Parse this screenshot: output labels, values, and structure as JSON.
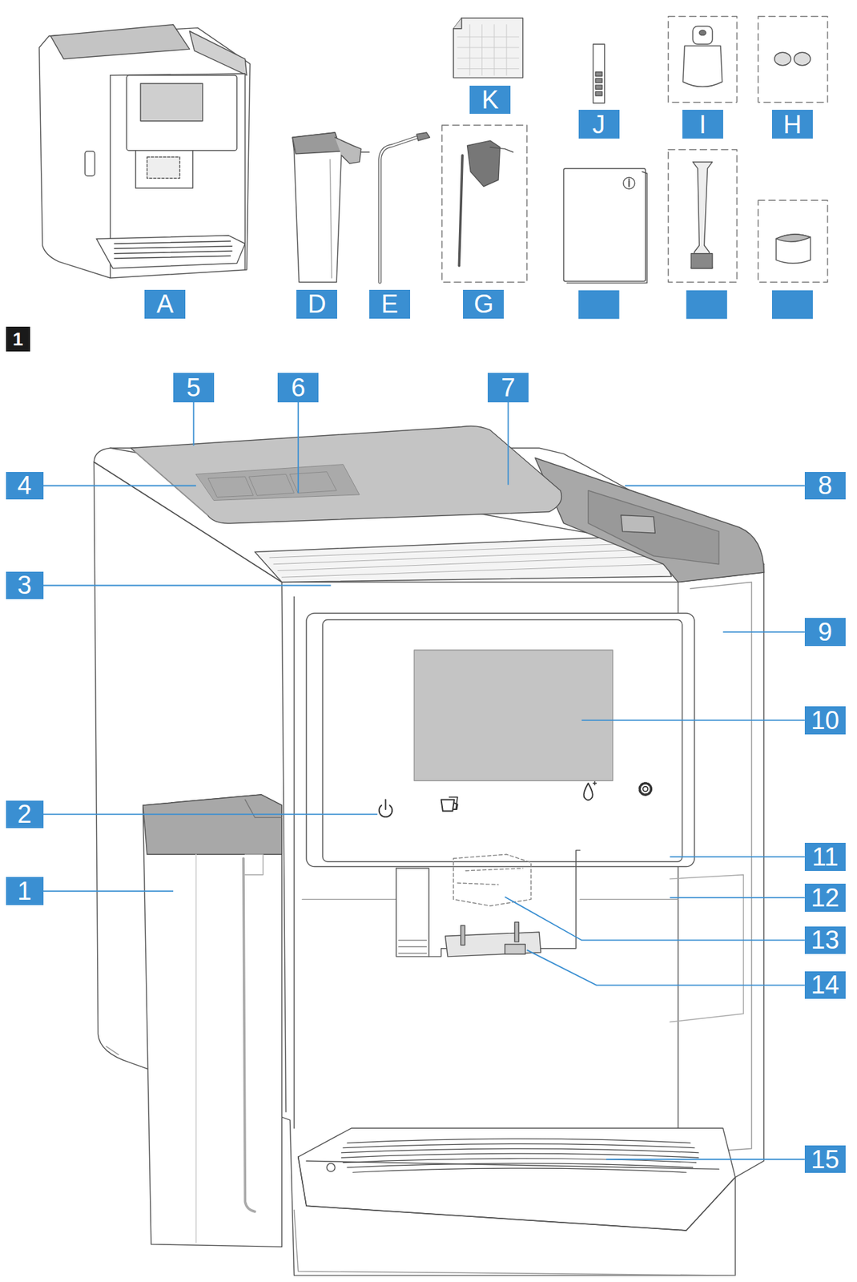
{
  "diagram": {
    "labels": [
      "K",
      "J",
      "I",
      "H",
      "A",
      "D",
      "E",
      "G",
      "1",
      "5",
      "6",
      "7",
      "4",
      "8",
      "3",
      "9",
      "10",
      "2",
      "1",
      "11",
      "12",
      "13",
      "14",
      "15"
    ]
  }
}
